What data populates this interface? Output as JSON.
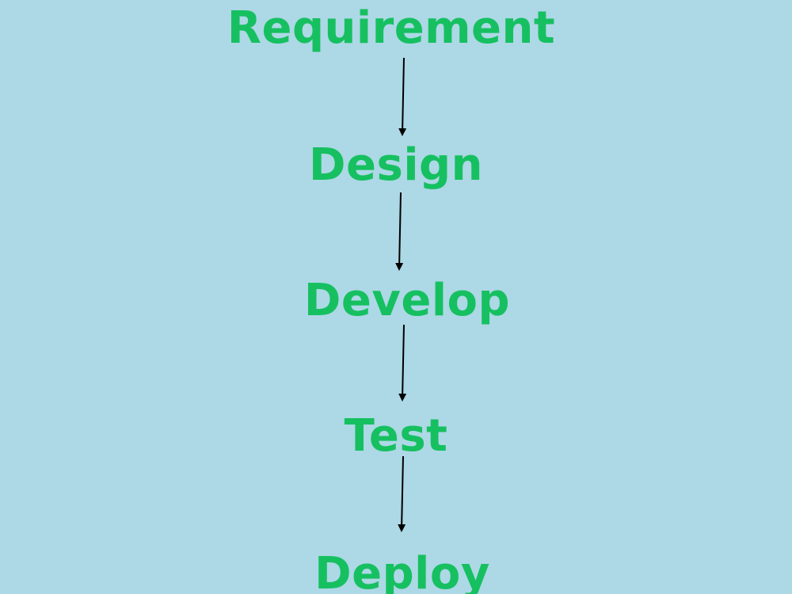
{
  "colors": {
    "background": "#ADD8E6",
    "label": "#16C060",
    "arrow": "#000000"
  },
  "steps": [
    {
      "label": "Requirement"
    },
    {
      "label": "Design"
    },
    {
      "label": "Develop"
    },
    {
      "label": "Test"
    },
    {
      "label": "Deploy"
    }
  ],
  "connections": [
    {
      "from": "Requirement",
      "to": "Design"
    },
    {
      "from": "Design",
      "to": "Develop"
    },
    {
      "from": "Develop",
      "to": "Test"
    },
    {
      "from": "Test",
      "to": "Deploy"
    }
  ]
}
